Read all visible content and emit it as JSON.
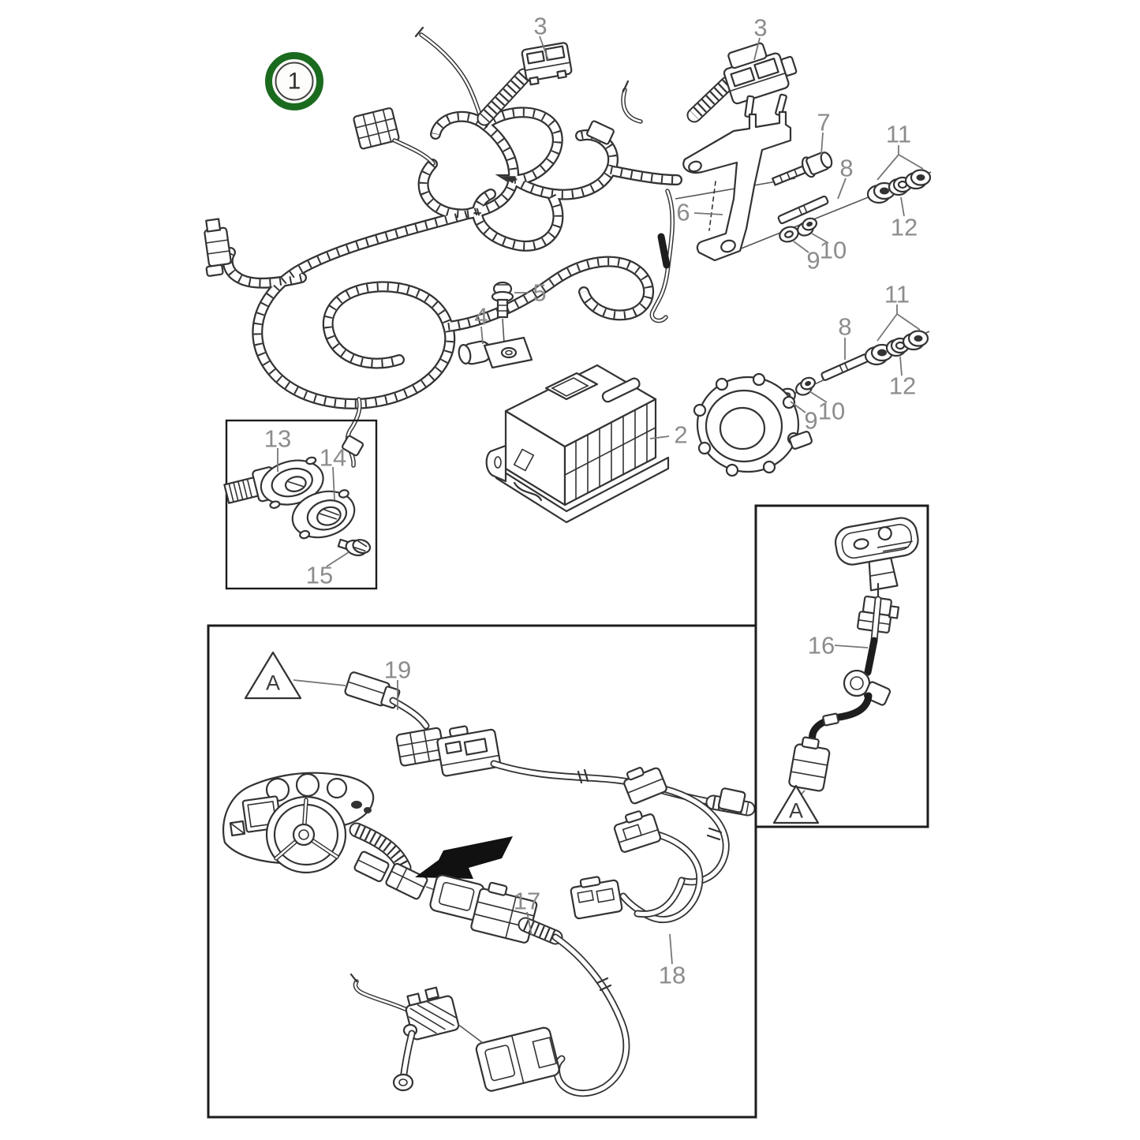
{
  "title": "Exploded parts diagram - engine wiring harness",
  "colors": {
    "ink": "#333333",
    "label_gray": "#8c8c8c",
    "marker_dark": "#3f3f3f",
    "badge_green": "#1b6b1f",
    "background": "#ffffff",
    "arrow_black": "#111111"
  },
  "badge": {
    "text": "1"
  },
  "labels": [
    {
      "name": "callout-3-harness-connector",
      "text": "3"
    },
    {
      "name": "callout-3-bracket-connector",
      "text": "3"
    },
    {
      "name": "callout-7-bolt",
      "text": "7"
    },
    {
      "name": "callout-11-nuts-upper",
      "text": "11"
    },
    {
      "name": "callout-8-stud-upper",
      "text": "8"
    },
    {
      "name": "callout-6-bracket",
      "text": "6"
    },
    {
      "name": "callout-12-washer-upper",
      "text": "12"
    },
    {
      "name": "callout-10-nut-upper",
      "text": "10"
    },
    {
      "name": "callout-9-washer-upper",
      "text": "9"
    },
    {
      "name": "callout-5-bolt",
      "text": "5"
    },
    {
      "name": "callout-11-nuts-lower",
      "text": "11"
    },
    {
      "name": "callout-4-clamp",
      "text": "4"
    },
    {
      "name": "callout-8-stud-lower",
      "text": "8"
    },
    {
      "name": "callout-12-washer-lower",
      "text": "12"
    },
    {
      "name": "callout-10-nut-lower",
      "text": "10"
    },
    {
      "name": "callout-9-washer-lower",
      "text": "9"
    },
    {
      "name": "callout-2-control-unit",
      "text": "2"
    },
    {
      "name": "callout-13-sensor",
      "text": "13"
    },
    {
      "name": "callout-14-flange",
      "text": "14"
    },
    {
      "name": "callout-15-bolt",
      "text": "15"
    },
    {
      "name": "callout-16-cable",
      "text": "16"
    },
    {
      "name": "callout-19-cable",
      "text": "19"
    },
    {
      "name": "marker-a-left",
      "text": "A"
    },
    {
      "name": "callout-17-cable",
      "text": "17"
    },
    {
      "name": "callout-18-cable",
      "text": "18"
    },
    {
      "name": "marker-a-right",
      "text": "A"
    }
  ]
}
